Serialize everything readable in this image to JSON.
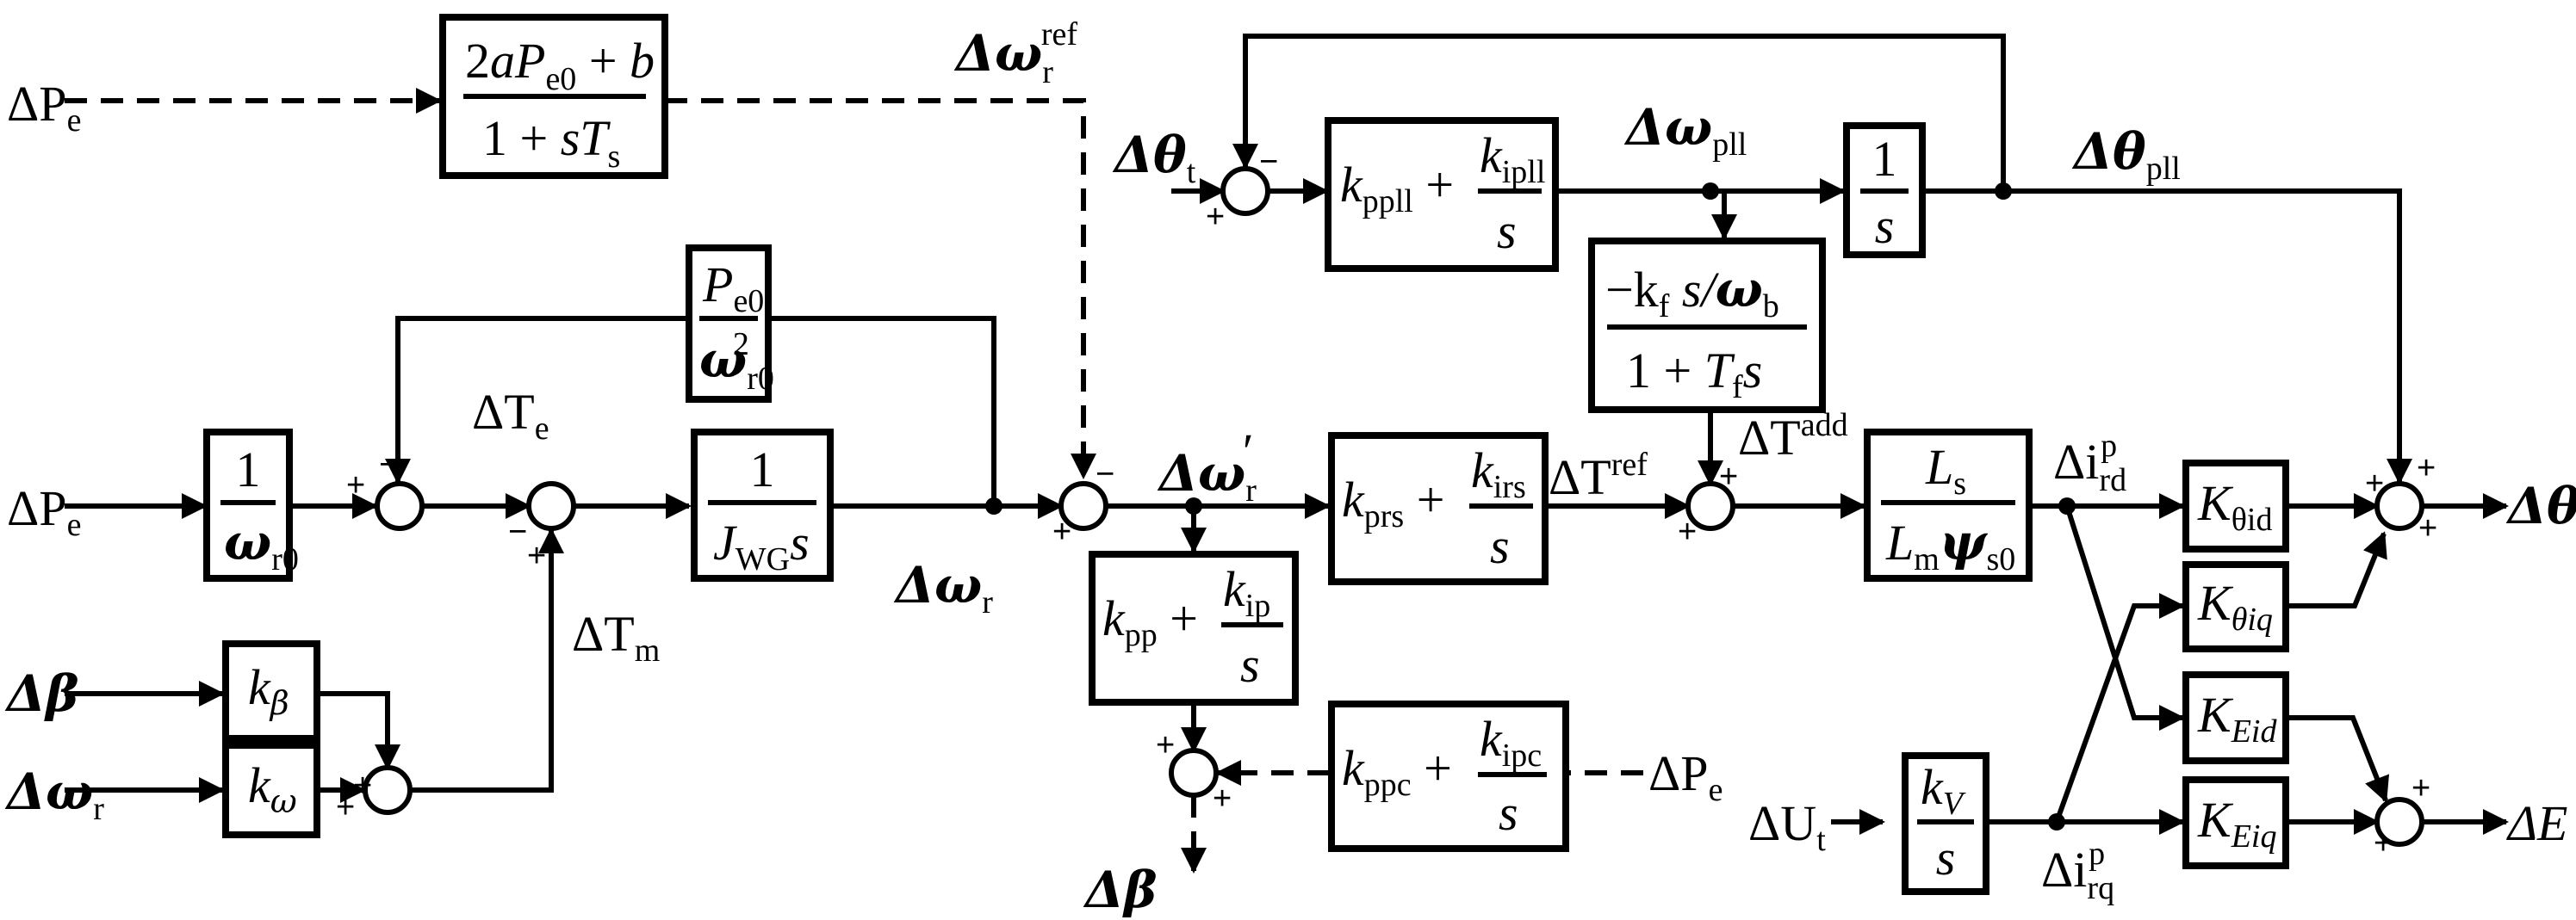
{
  "inputs": {
    "dPe_top": "ΔP",
    "dPe_top_sub": "e",
    "dPe_left": "ΔP",
    "dPe_left_sub": "e",
    "dBeta": "Δβ",
    "dOmegaR_in": "Δω",
    "dOmegaR_in_sub": "r",
    "dTheta_t": "Δθ",
    "dTheta_t_sub": "t",
    "dPe_right": "ΔP",
    "dPe_right_sub": "e",
    "dUt": "ΔU",
    "dUt_sub": "t"
  },
  "outputs": {
    "dTheta": "Δθ",
    "dE": "ΔE",
    "dBeta": "Δβ"
  },
  "signals": {
    "dOmegaR_ref": "Δω",
    "dOmegaR_ref_sub": "r",
    "dOmegaR_ref_sup": "ref",
    "dTe": "ΔT",
    "dTe_sub": "e",
    "dTm": "ΔT",
    "dTm_sub": "m",
    "dOmegaR": "Δω",
    "dOmegaR_sub": "r",
    "dOmegaR_prime": "Δω",
    "dOmegaR_prime_sub": "r",
    "dOmegaR_prime_sup": "′",
    "dOmegaPll": "Δω",
    "dOmegaPll_sub": "pll",
    "dThetaPll": "Δθ",
    "dThetaPll_sub": "pll",
    "dTref": "ΔT",
    "dTref_sup": "ref",
    "dTadd": "ΔT",
    "dTadd_sup": "add",
    "dIrd": "Δi",
    "dIrd_sub": "rd",
    "dIrd_sup": "p",
    "dIrq": "Δi",
    "dIrq_sub": "rq",
    "dIrq_sup": "p"
  },
  "blocks": {
    "ref_tf": {
      "num_a": "2",
      "num_b": "aP",
      "num_sub": "e0",
      "num_c": " + ",
      "num_d": "b",
      "den_a": "1 + ",
      "den_b": "sT",
      "den_sub": "s"
    },
    "inv_omega": {
      "num": "1",
      "den": "ω",
      "den_sub": "r0"
    },
    "pe_omega": {
      "num": "P",
      "num_sub": "e0",
      "den": "ω",
      "den_sub": "r0",
      "den_sup": "2"
    },
    "inertia": {
      "num": "1",
      "den": "J",
      "den_sub": "WG",
      "den_s": "s"
    },
    "pll_pi": {
      "k1": "k",
      "k1_sub": "ppll",
      "plus": " + ",
      "k2": "k",
      "k2_sub": "ipll",
      "den": "s"
    },
    "integrator": {
      "num": "1",
      "den": "s"
    },
    "filter": {
      "num_a": "−k",
      "num_sub": "f",
      "num_b": " s/",
      "num_c": "ω",
      "num_c_sub": "b",
      "den_a": "1 + ",
      "den_b": "T",
      "den_sub": "f",
      "den_c": "s"
    },
    "speed_pi": {
      "k1": "k",
      "k1_sub": "prs",
      "plus": " + ",
      "k2": "k",
      "k2_sub": "irs",
      "den": "s"
    },
    "ls_block": {
      "num": "L",
      "num_sub": "s",
      "den_a": "L",
      "den_a_sub": "m",
      "den_b": "ψ",
      "den_b_sub": "s0"
    },
    "pitch_pi": {
      "k1": "k",
      "k1_sub": "pp",
      "plus": " + ",
      "k2": "k",
      "k2_sub": "ip",
      "den": "s"
    },
    "pitch_pc": {
      "k1": "k",
      "k1_sub": "ppc",
      "plus": " + ",
      "k2": "k",
      "k2_sub": "ipc",
      "den": "s"
    },
    "k_beta": {
      "k": "k",
      "sub": "β"
    },
    "k_omega": {
      "k": "k",
      "sub": "ω"
    },
    "kv": {
      "num": "k",
      "num_sub": "V",
      "den": "s"
    },
    "k_theta_id": {
      "k": "K",
      "sub": "θid"
    },
    "k_theta_iq": {
      "k": "K",
      "sub": "θiq"
    },
    "k_eid": {
      "k": "K",
      "sub": "Eid"
    },
    "k_eiq": {
      "k": "K",
      "sub": "Eiq"
    }
  },
  "signs": {
    "plus": "+",
    "minus": "−"
  }
}
